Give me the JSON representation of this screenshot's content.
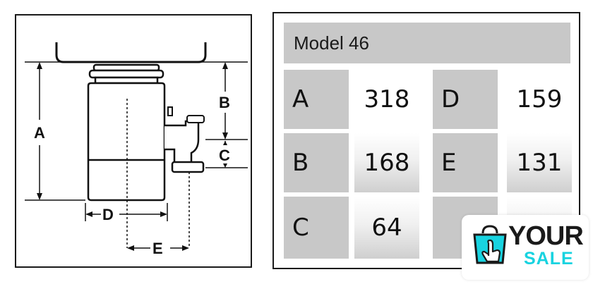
{
  "diagram": {
    "labels": {
      "a": "A",
      "b": "B",
      "c": "C",
      "d": "D",
      "e": "E"
    }
  },
  "table": {
    "title": "Model 46",
    "rows": [
      {
        "key1": "A",
        "val1": "318",
        "key2": "D",
        "val2": "159"
      },
      {
        "key1": "B",
        "val1": "168",
        "key2": "E",
        "val2": "131"
      },
      {
        "key1": "C",
        "val1": "64",
        "key2": "",
        "val2": ""
      }
    ]
  },
  "logo": {
    "word1": "YOUR",
    "word2": "SALE",
    "accent_color": "#18d3e0"
  }
}
